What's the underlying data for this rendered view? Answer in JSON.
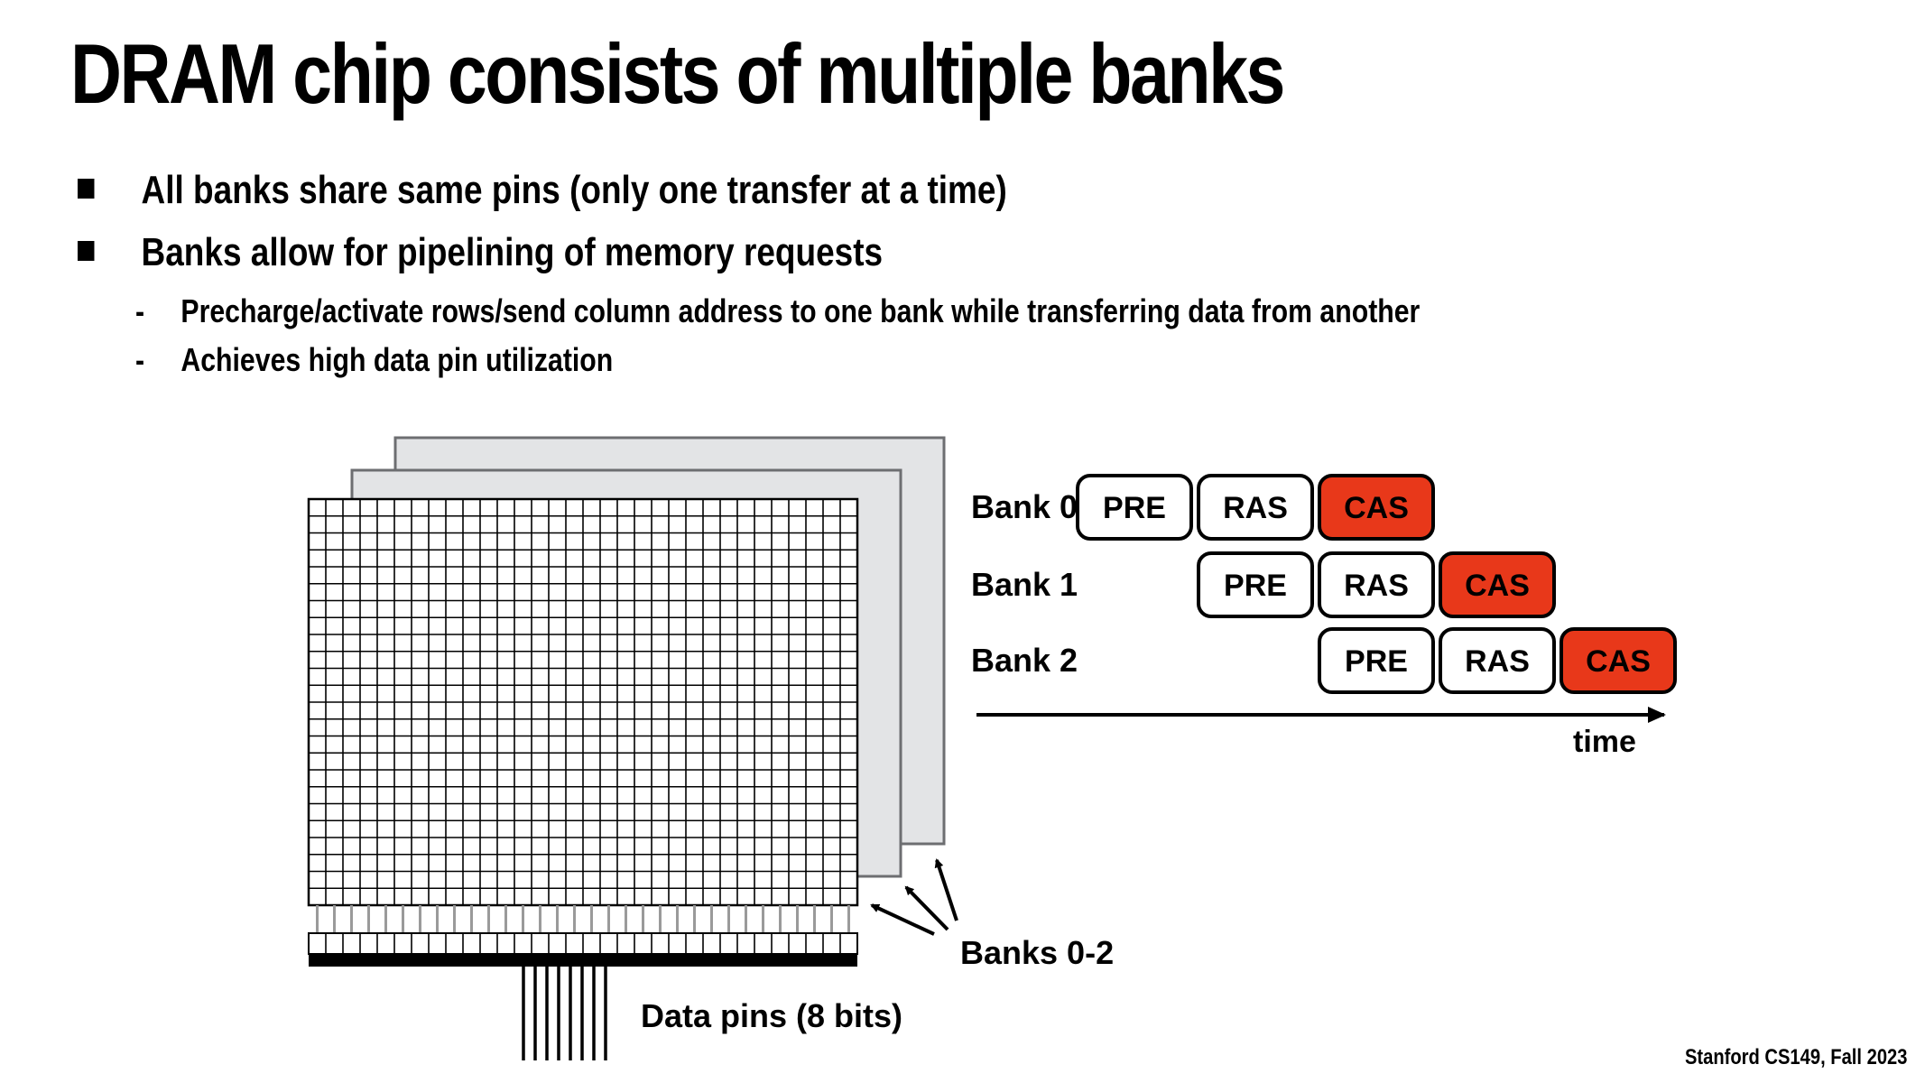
{
  "title": "DRAM chip consists of multiple banks",
  "bullets": [
    "All banks share same pins (only one transfer at a time)",
    "Banks allow for pipelining of memory requests"
  ],
  "sub_bullets": [
    "Precharge/activate rows/send column address to one bank while transferring data from another",
    "Achieves high data pin utilization"
  ],
  "bullet_marker": "-",
  "diagram": {
    "banks_label": "Banks 0-2",
    "data_pins_label": "Data pins (8 bits)",
    "time_label": "time",
    "timeline": [
      {
        "bank": "Bank 0",
        "ops": [
          "PRE",
          "RAS",
          "CAS"
        ]
      },
      {
        "bank": "Bank 1",
        "ops": [
          "PRE",
          "RAS",
          "CAS"
        ]
      },
      {
        "bank": "Bank 2",
        "ops": [
          "PRE",
          "RAS",
          "CAS"
        ]
      }
    ],
    "colors": {
      "cas": "#e8381a",
      "back_bank": "#e3e4e6",
      "bank_border": "#6d6e71"
    }
  },
  "footer": "Stanford CS149, Fall 2023"
}
